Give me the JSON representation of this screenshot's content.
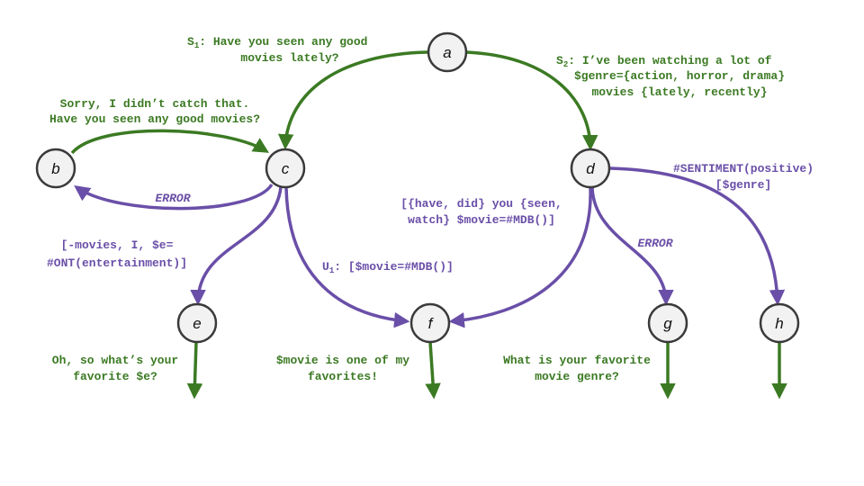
{
  "colors": {
    "green": "#3b7a23",
    "purple": "#6a4fa8",
    "node_fill": "#f2f2f2",
    "node_stroke": "#3a3a3a"
  },
  "nodes": {
    "a": "a",
    "b": "b",
    "c": "c",
    "d": "d",
    "e": "e",
    "f": "f",
    "g": "g",
    "h": "h"
  },
  "labels": {
    "s1": {
      "prefix": "S",
      "sub": "1",
      "line1": ": Have you seen any good",
      "line2": "movies lately?"
    },
    "s2": {
      "prefix": "S",
      "sub": "2",
      "line1": ": I’ve been watching a lot of",
      "line2": "$genre={action, horror, drama}",
      "line3": "movies {lately, recently}"
    },
    "sorry": {
      "line1": "Sorry, I didn’t catch that.",
      "line2": "Have you seen any good movies?"
    },
    "error_b": "ERROR",
    "sentiment": {
      "line1": "#SENTIMENT(positive)",
      "line2": "[$genre]"
    },
    "have_did": {
      "line1": "[{have, did} you {seen,",
      "line2": "watch} $movie=#MDB()]"
    },
    "error_g": "ERROR",
    "movies_ont": {
      "line1": "[-movies, I, $e=",
      "line2": "#ONT(entertainment)]"
    },
    "u1": {
      "prefix": "U",
      "sub": "1",
      "rest": ": [$movie=#MDB()]"
    },
    "resp_e": {
      "line1": "Oh, so what’s your",
      "line2": "favorite $e?"
    },
    "resp_f": {
      "line1": "$movie is one of my",
      "line2": "favorites!"
    },
    "resp_g": {
      "line1": "What is your favorite",
      "line2": "movie genre?"
    }
  }
}
